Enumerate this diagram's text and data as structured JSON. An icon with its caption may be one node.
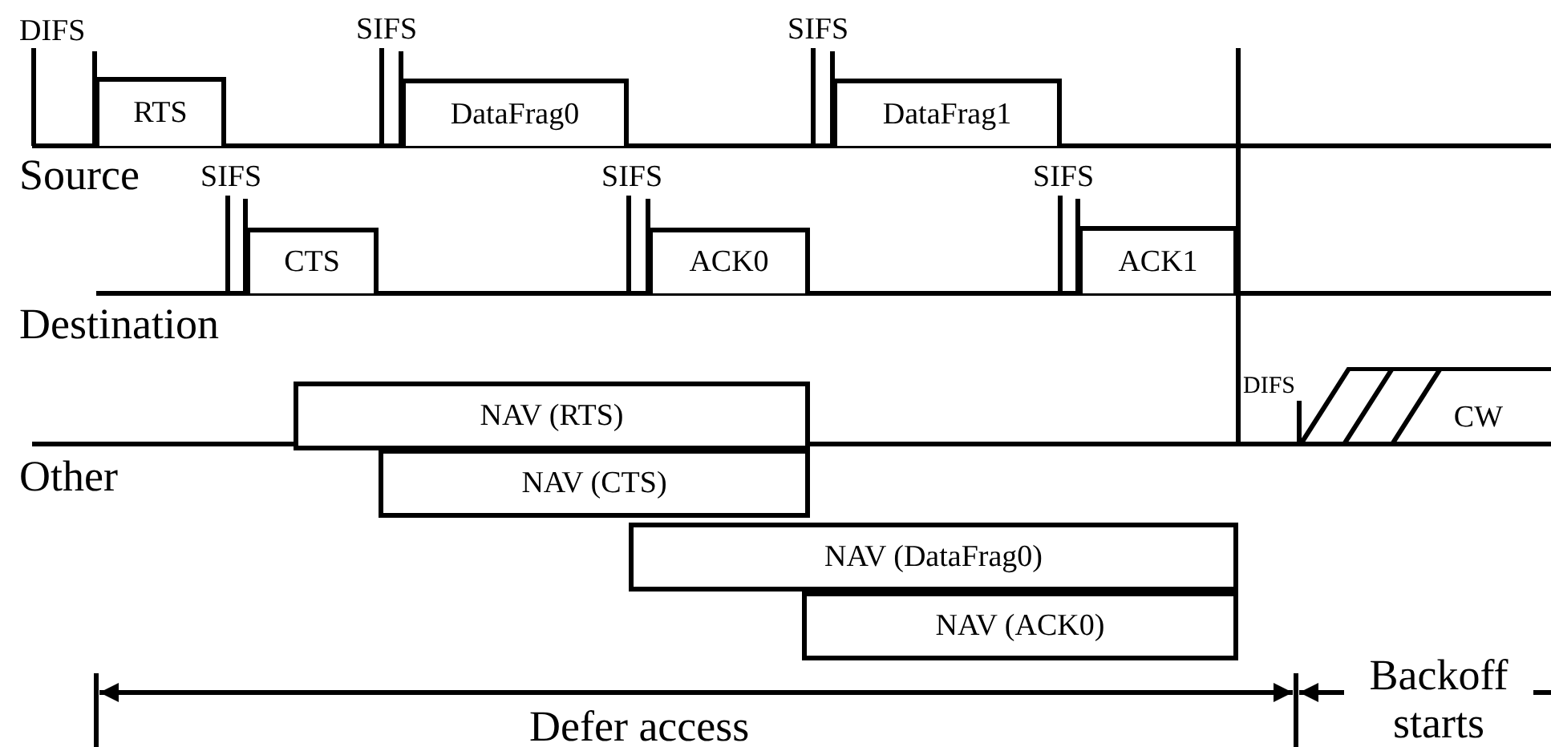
{
  "diagram": {
    "nodes": [
      {
        "text": [
          "RTS"
        ]
      },
      {
        "text": [
          "DataFrag0"
        ]
      },
      {
        "text": [
          "DataFrag1"
        ]
      },
      {
        "text": [
          "CTS"
        ]
      },
      {
        "text": [
          "ACK0"
        ]
      },
      {
        "text": [
          "ACK1"
        ]
      },
      {
        "text": [
          "NAV (RTS)"
        ]
      },
      {
        "text": [
          "NAV (CTS)"
        ]
      },
      {
        "text": [
          "NAV (DataFrag0)"
        ]
      },
      {
        "text": [
          "NAV (ACK0)"
        ]
      },
      {
        "text": [
          "CW"
        ]
      }
    ],
    "labels": [
      "DIFS",
      "SIFS",
      "SIFS",
      "Source",
      "SIFS",
      "SIFS",
      "SIFS",
      "Destination",
      "DIFS",
      "Other",
      "Backoff starts",
      "Defer access"
    ]
  }
}
